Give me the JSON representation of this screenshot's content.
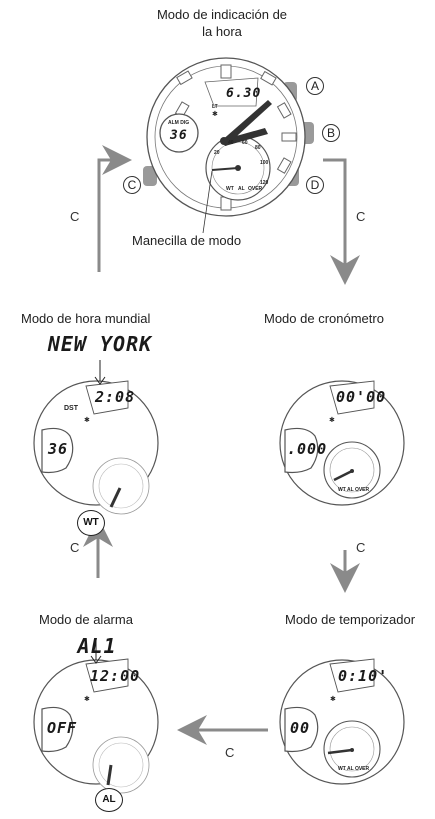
{
  "top": {
    "title_line1": "Modo de indicación de",
    "title_line2": "la hora",
    "buttons": [
      "A",
      "B",
      "C",
      "D"
    ],
    "lcd_time": "6.30",
    "lcd_sub": "LT",
    "sub_dial_caption": "ALM DIG",
    "sub_dial_value": "36",
    "mode_hand_label": "Manecilla de modo",
    "dial_marks": [
      "40",
      "60",
      "80",
      "20",
      "100",
      "120"
    ],
    "dial_labels": [
      "WT",
      "AL",
      "OVER"
    ]
  },
  "arrows": {
    "c_label": "C"
  },
  "modes": {
    "world": {
      "title": "Modo de hora mundial",
      "city": "NEW YORK",
      "time": "2:08",
      "dst": "DST",
      "value": "36",
      "hand": "WT"
    },
    "stopwatch": {
      "title": "Modo de cronómetro",
      "time": "00'00",
      "value": ".000",
      "dial": "WT AL OVER"
    },
    "alarm": {
      "title": "Modo de alarma",
      "name": "AL1",
      "time": "12:00",
      "value": "OFF",
      "hand": "AL"
    },
    "timer": {
      "title": "Modo de temporizador",
      "time": "0:10'",
      "value": "00",
      "dial": "WT AL OVER"
    }
  },
  "colors": {
    "arrow": "#8a8a8a",
    "button": "#9a9a9a",
    "line": "#555555"
  }
}
